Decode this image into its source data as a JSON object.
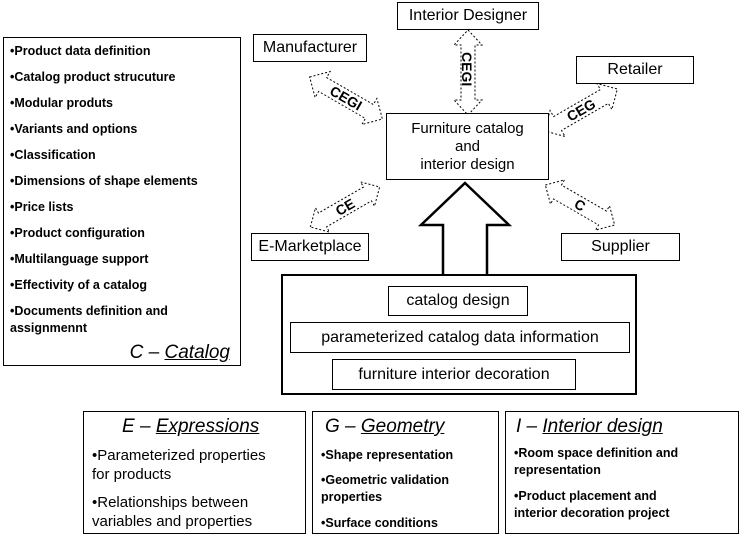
{
  "catalog": {
    "items": [
      "•Product data definition",
      "•Catalog product strucuture",
      "•Modular produts",
      "•Variants and options",
      "•Classification",
      "•Dimensions of shape elements",
      "•Price lists",
      "•Product configuration",
      "•Multilanguage support",
      "•Effectivity of a catalog",
      "•Documents definition and",
      "assignmennt"
    ],
    "title_prefix": "C – ",
    "title_word": "Catalog"
  },
  "entities": {
    "interior_designer": "Interior Designer",
    "manufacturer": "Manufacturer",
    "retailer": "Retailer",
    "e_marketplace": "E-Marketplace",
    "supplier": "Supplier"
  },
  "center": {
    "line1": "Furniture catalog",
    "line2": "and",
    "line3": "interior design"
  },
  "arrows": {
    "interior_designer": "CEGI",
    "manufacturer": "CEGI",
    "retailer": "CEG",
    "e_marketplace": "CE",
    "supplier": "C"
  },
  "design": {
    "catalog_design": "catalog design",
    "parameterized": "parameterized catalog data information",
    "decoration": "furniture interior decoration"
  },
  "expressions": {
    "title_prefix": "E – ",
    "title_word": "Expressions",
    "items": [
      "•Parameterized properties",
      "for products",
      "•Relationships between",
      "variables and properties"
    ]
  },
  "geometry": {
    "title_prefix": "G – ",
    "title_word": "Geometry",
    "items": [
      "•Shape representation",
      "•Geometric validation",
      "properties",
      "•Surface conditions"
    ]
  },
  "interior": {
    "title_prefix": "I – ",
    "title_word": "Interior design",
    "items": [
      "•Room space definition and",
      "representation",
      "•Product placement and",
      "interior decoration project"
    ]
  }
}
